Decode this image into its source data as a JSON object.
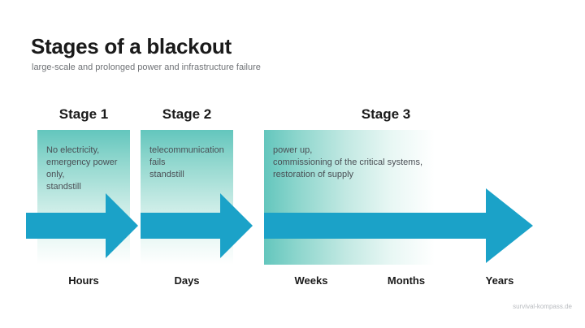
{
  "header": {
    "title": "Stages of a blackout",
    "subtitle": "large-scale and prolonged power and infrastructure failure"
  },
  "colors": {
    "arrow": "#1ba2c8",
    "panel_start": "#63c6bd",
    "panel_end": "#ffffff",
    "title_text": "#1a1a1a",
    "subtitle_text": "#6f7276",
    "body_text": "#4a4f55",
    "attribution_text": "#b9bcc0"
  },
  "stages": [
    {
      "heading": "Stage 1",
      "body": "No electricity,\nemergency power\nonly,\nstandstill"
    },
    {
      "heading": "Stage 2",
      "body": "telecommunication\nfails\nstandstill"
    },
    {
      "heading": "Stage 3",
      "body": "power up,\ncommissioning of the critical systems,\nrestoration of supply"
    }
  ],
  "timeline_labels": [
    {
      "label": "Hours"
    },
    {
      "label": "Days"
    },
    {
      "label": "Weeks"
    },
    {
      "label": "Months"
    },
    {
      "label": "Years"
    }
  ],
  "attribution": "survival-kompass.de"
}
